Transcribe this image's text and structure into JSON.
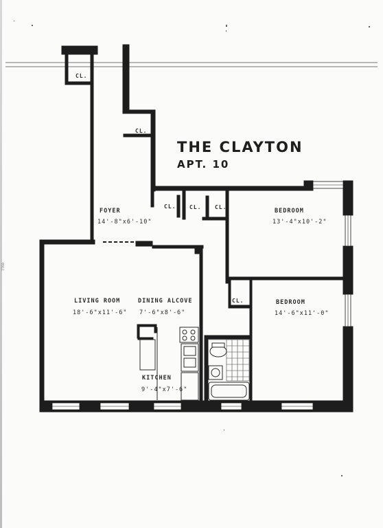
{
  "title": {
    "name": "THE CLAYTON",
    "unit": "APT. 10"
  },
  "rooms": {
    "foyer": {
      "name": "FOYER",
      "dims": "14'-8\"x6'-10\""
    },
    "bedroom1": {
      "name": "BEDROOM",
      "dims": "13'-4\"x10'-2\""
    },
    "bedroom2": {
      "name": "BEDROOM",
      "dims": "14'-6\"x11'-0\""
    },
    "living": {
      "name": "LIVING ROOM",
      "dims": "18'-6\"x11'-6\""
    },
    "dining": {
      "name": "DINING ALCOVE",
      "dims": "7'-6\"x8'-6\""
    },
    "kitchen": {
      "name": "KITCHEN",
      "dims": "9'-4\"x7'-6\""
    }
  },
  "closets": {
    "label": "CL."
  },
  "colors": {
    "wall": "#1d1d1d",
    "line": "#2a2a2a",
    "paper": "#fbfbf9"
  }
}
